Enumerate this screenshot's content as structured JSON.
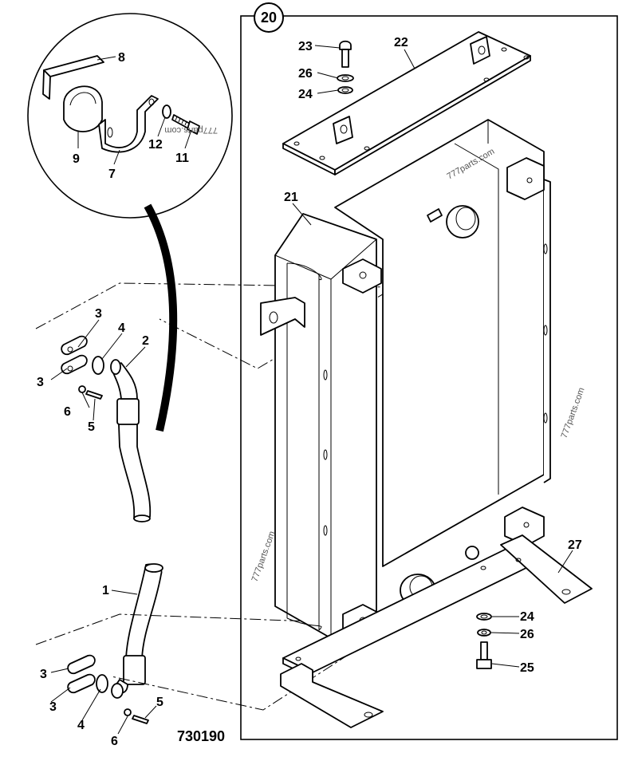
{
  "figure_number": "730190",
  "assembly_callout": "20",
  "labels": {
    "p1": "1",
    "p2": "2",
    "p3a": "3",
    "p3b": "3",
    "p3c": "3",
    "p3d": "3",
    "p4a": "4",
    "p4b": "4",
    "p5a": "5",
    "p5b": "5",
    "p6a": "6",
    "p6b": "6",
    "p7": "7",
    "p8": "8",
    "p9": "9",
    "p11": "11",
    "p12": "12",
    "p21": "21",
    "p22": "22",
    "p23": "23",
    "p24a": "24",
    "p24b": "24",
    "p25": "25",
    "p26a": "26",
    "p26b": "26",
    "p27": "27"
  },
  "watermarks": {
    "w1": "777parts.com",
    "w2": "777parts.com",
    "w3": "777parts.com",
    "w4": "777parts.com"
  }
}
